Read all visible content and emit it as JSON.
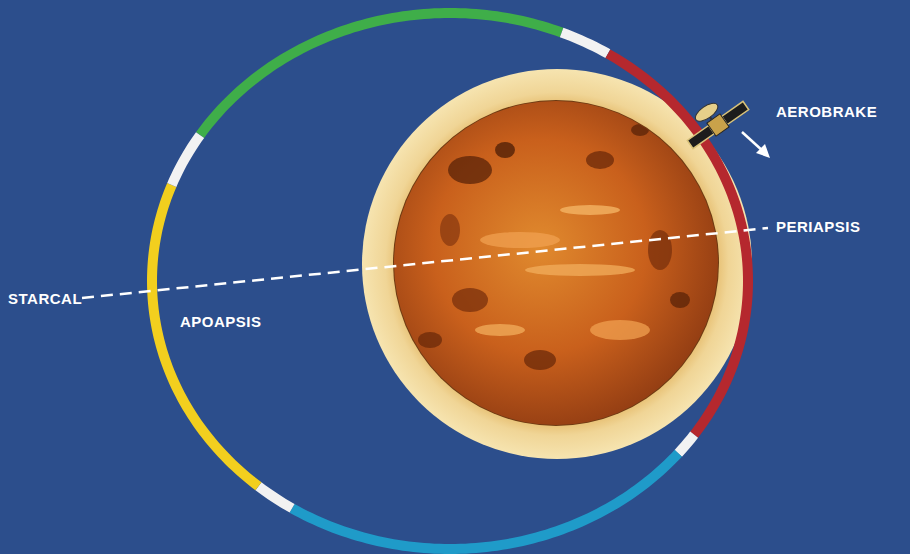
{
  "diagram": {
    "labels": [
      "AEROBRAKE",
      "PERIAPSIS",
      "STARCAL",
      "APOAPSIS"
    ]
  }
}
